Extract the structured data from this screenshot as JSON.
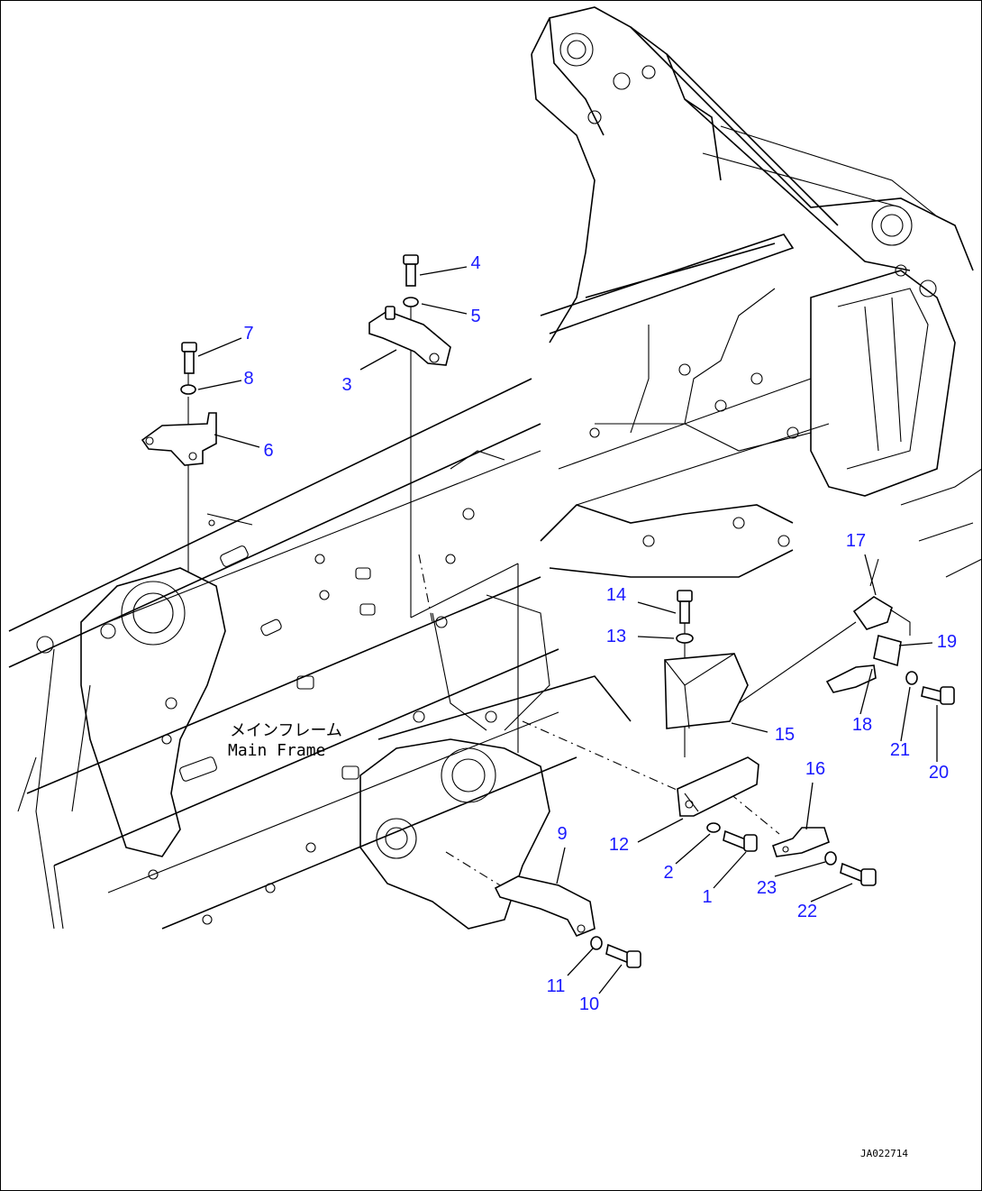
{
  "labels": {
    "frame_jp": "メインフレーム",
    "frame_en": "Main Frame",
    "drawing_id": "JA022714"
  },
  "callouts": [
    {
      "id": "p1",
      "text": "1"
    },
    {
      "id": "p2",
      "text": "2"
    },
    {
      "id": "p3",
      "text": "3"
    },
    {
      "id": "p4",
      "text": "4"
    },
    {
      "id": "p5",
      "text": "5"
    },
    {
      "id": "p6",
      "text": "6"
    },
    {
      "id": "p7",
      "text": "7"
    },
    {
      "id": "p8",
      "text": "8"
    },
    {
      "id": "p9",
      "text": "9"
    },
    {
      "id": "p10",
      "text": "10"
    },
    {
      "id": "p11",
      "text": "11"
    },
    {
      "id": "p12",
      "text": "12"
    },
    {
      "id": "p13",
      "text": "13"
    },
    {
      "id": "p14",
      "text": "14"
    },
    {
      "id": "p15",
      "text": "15"
    },
    {
      "id": "p16",
      "text": "16"
    },
    {
      "id": "p17",
      "text": "17"
    },
    {
      "id": "p18",
      "text": "18"
    },
    {
      "id": "p19",
      "text": "19"
    },
    {
      "id": "p20",
      "text": "20"
    },
    {
      "id": "p21",
      "text": "21"
    },
    {
      "id": "p22",
      "text": "22"
    },
    {
      "id": "p23",
      "text": "23"
    }
  ],
  "colors": {
    "callout": "#1a1aff",
    "linework": "#000000",
    "background": "#ffffff"
  }
}
